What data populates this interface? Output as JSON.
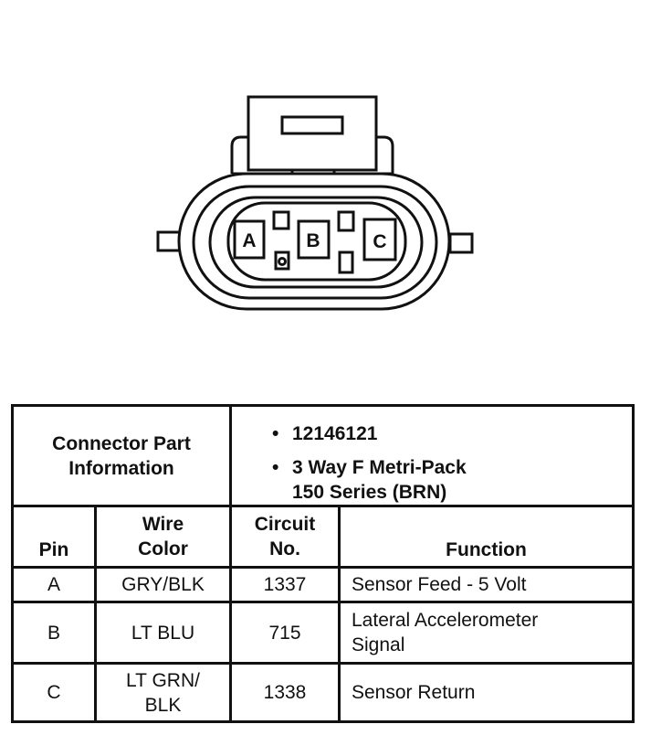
{
  "connector": {
    "pins": [
      {
        "label": "A"
      },
      {
        "label": "B"
      },
      {
        "label": "C"
      }
    ]
  },
  "table": {
    "part_info_label_line1": "Connector Part",
    "part_info_label_line2": "Information",
    "part_numbers": [
      {
        "bullet": "•",
        "lines": [
          "12146121"
        ]
      },
      {
        "bullet": "•",
        "lines": [
          "3 Way F Metri-Pack",
          "150 Series (BRN)"
        ]
      }
    ],
    "headers": {
      "pin": "Pin",
      "wire_color_line1": "Wire",
      "wire_color_line2": "Color",
      "circuit_line1": "Circuit",
      "circuit_line2": "No.",
      "function": "Function"
    },
    "rows": [
      {
        "pin": "A",
        "wire_lines": [
          "GRY/BLK"
        ],
        "circuit": "1337",
        "function_lines": [
          "Sensor Feed - 5 Volt"
        ]
      },
      {
        "pin": "B",
        "wire_lines": [
          "LT BLU"
        ],
        "circuit": "715",
        "function_lines": [
          "Lateral Accelerometer",
          "Signal"
        ]
      },
      {
        "pin": "C",
        "wire_lines": [
          "LT GRN/",
          "BLK"
        ],
        "circuit": "1338",
        "function_lines": [
          "Sensor Return"
        ]
      }
    ]
  }
}
